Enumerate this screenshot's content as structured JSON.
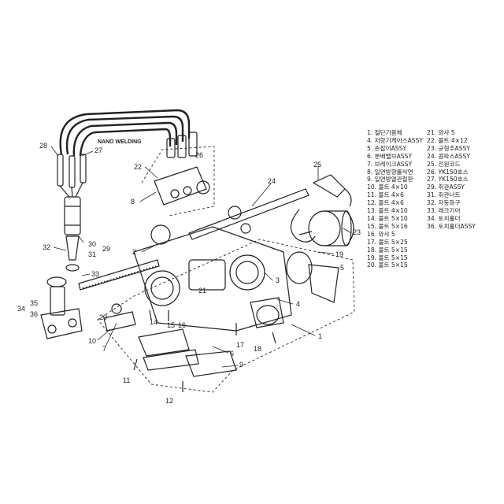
{
  "title_label": "NANO WELDING",
  "callouts": [
    "28",
    "27",
    "22",
    "8",
    "25",
    "24",
    "23",
    "30",
    "29",
    "32",
    "31",
    "33",
    "2",
    "19",
    "5",
    "3",
    "4",
    "35",
    "36",
    "34",
    "7",
    "14",
    "15",
    "16",
    "10",
    "17",
    "18",
    "1",
    "9",
    "11",
    "12",
    "6",
    "20",
    "21",
    "26"
  ],
  "legend": {
    "left": [
      "1. 절단기몸체",
      "4. 저항기케이스ASSY",
      "5. 손잡이ASSY",
      "6. 분배밸브ASSY",
      "7. 브레이크ASSY",
      "8. 일면방향롤삭연",
      "9. 일면방열관철판",
      "10. 볼트 4×10",
      "11. 볼트 4×6",
      "12. 볼트 4×6",
      "13. 볼트 4×10",
      "14. 볼트 5×10",
      "15. 볼트 5×16",
      "16. 와샤 5",
      "17. 볼트 5×25",
      "18. 볼트 5×15",
      "19. 볼트 5×15",
      "20. 볼트 5×15"
    ],
    "right": [
      "21. 와샤 5",
      "22. 볼트 4×12",
      "23. 균형추ASSY",
      "24. 콤파스ASSY",
      "25. 전원코드",
      "26. YK150호스",
      "27. YK150호스",
      "29. 취관ASSY",
      "31. 취관너트",
      "32. 자동화구",
      "33. 레크기어",
      "34. 토치홀더",
      "36. 토치홀더ASSY"
    ]
  }
}
